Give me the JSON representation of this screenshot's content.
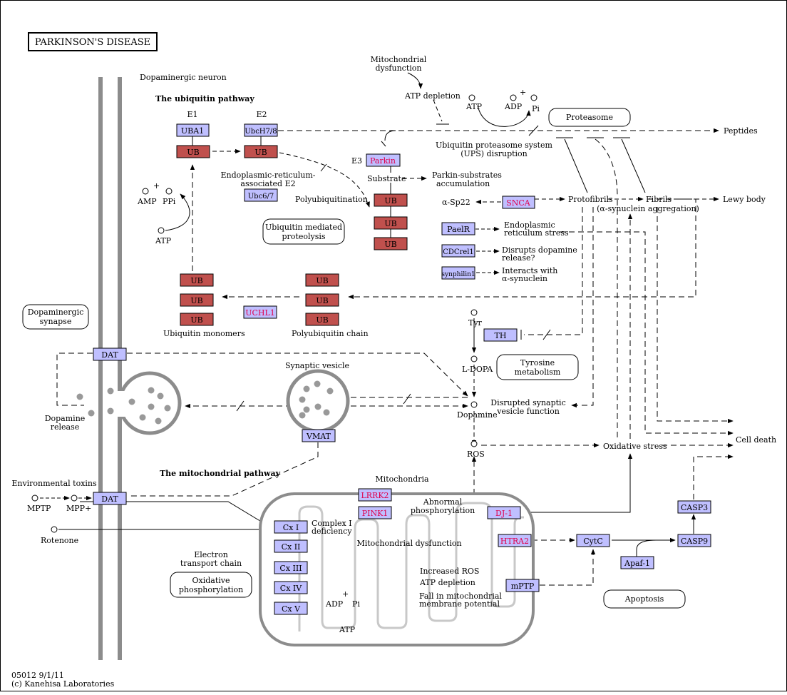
{
  "title": "PARKINSON'S DISEASE",
  "footer": {
    "line1": "05012 9/1/11",
    "line2": "(c) Kanehisa Laboratories"
  },
  "colors": {
    "gene_fill": "#bfbfff",
    "ub_fill": "#c0504d",
    "disease_text": "#e0004d",
    "line": "#000000",
    "membrane": "#8c8c8c",
    "mito_inner": "#c8c8c8"
  },
  "labels": {
    "dopaminergic_neuron": "Dopaminergic neuron",
    "ubiquitin_pathway": "The ubiquitin pathway",
    "e1": "E1",
    "e2": "E2",
    "e3": "E3",
    "er_e2": [
      "Endoplasmic-reticulum-",
      "associated E2"
    ],
    "polyubiquitination": "Polyubiquitination",
    "substrate": "Substrate",
    "parkin_substrates": [
      "Parkin-substrates",
      "accumulation"
    ],
    "amp": "AMP",
    "ppi": "PPi",
    "atp_left": "ATP",
    "plus": "+",
    "mito_dysfunction_top": [
      "Mitochondrial",
      "dysfunction"
    ],
    "atp_depletion_top": "ATP depletion",
    "atp_top": "ATP",
    "adp_top": "ADP",
    "pi_top": "Pi",
    "ups_disruption": [
      "Ubiquitin proteasome system",
      "(UPS) disruption"
    ],
    "peptides": "Peptides",
    "alpha_sp22": "α-Sp22",
    "protofibrils": "Protofibrils",
    "fibrils": "Fibrils",
    "alpha_syn_agg": "(α-synuclein aggregation)",
    "lewy_body": "Lewy body",
    "er_stress": [
      "Endoplasmic",
      "reticulum stress"
    ],
    "disrupts_dopamine": [
      "Disrupts dopamine",
      "release?"
    ],
    "interacts_syn": [
      "Interacts with",
      "α-synuclein"
    ],
    "ubiquitin_monomers": "Ubiquitin monomers",
    "polyubiquitin_chain": "Polyubiquitin chain",
    "tyr": "Tyr",
    "ldopa": "L-DOPA",
    "dopamine": "Dopamine",
    "ros": "ROS",
    "disrupted_vesicle": [
      "Disrupted synaptic",
      "vesicle function"
    ],
    "synaptic_vesicle": "Synaptic vesicle",
    "dopamine_release": [
      "Dopamine",
      "release"
    ],
    "mito_pathway": "The mitochondrial pathway",
    "mitochondria": "Mitochondria",
    "env_toxins": "Environmental toxins",
    "mptp": "MPTP",
    "mppplus": "MPP+",
    "rotenone": "Rotenone",
    "complex1_def": [
      "Complex I",
      "deficiency"
    ],
    "abnormal_phos": [
      "Abnormal",
      "phosphorylation"
    ],
    "mito_dysfunction_mid": "Mitochondrial dysfunction",
    "increased_ros": "Increased ROS",
    "atp_depletion_mid": "ATP depletion",
    "fall_potential": [
      "Fall in mitochondrial",
      "membrane potential"
    ],
    "adp_bot": "ADP",
    "pi_bot": "Pi",
    "atp_bot": "ATP",
    "electron_transport": [
      "Electron",
      "transport chain"
    ],
    "oxidative_stress": "Oxidative stress",
    "cell_death": "Cell death"
  },
  "rounded_boxes": {
    "proteasome": "Proteasome",
    "ub_proteolysis": [
      "Ubiquitin mediated",
      "proteolysis"
    ],
    "dopa_synapse": [
      "Dopaminergic",
      "synapse"
    ],
    "tyrosine_metab": [
      "Tyrosine",
      "metabolism"
    ],
    "ox_phos": [
      "Oxidative",
      "phosphorylation"
    ],
    "apoptosis": "Apoptosis"
  },
  "genes": {
    "uba1": "UBA1",
    "ubch78": "UbcH7/8",
    "ubc67": "Ubc6/7",
    "parkin": "Parkin",
    "snca": "SNCA",
    "pael_r": "PaelR",
    "cdcrel1": "CDCrel1",
    "synphilin1": "synphilin1",
    "uchl1": "UCHL1",
    "th": "TH",
    "dat_top": "DAT",
    "dat_bot": "DAT",
    "vmat": "VMAT",
    "lrrk2": "LRRK2",
    "pink1": "PINK1",
    "dj1": "DJ-1",
    "htra2": "HTRA2",
    "cx1": "Cx I",
    "cx2": "Cx II",
    "cx3": "Cx III",
    "cx4": "Cx IV",
    "cx5": "Cx V",
    "cytc": "CytC",
    "apaf1": "Apaf-1",
    "casp9": "CASP9",
    "casp3": "CASP3",
    "mptp_gene": "mPTP"
  },
  "ub_label": "UB"
}
